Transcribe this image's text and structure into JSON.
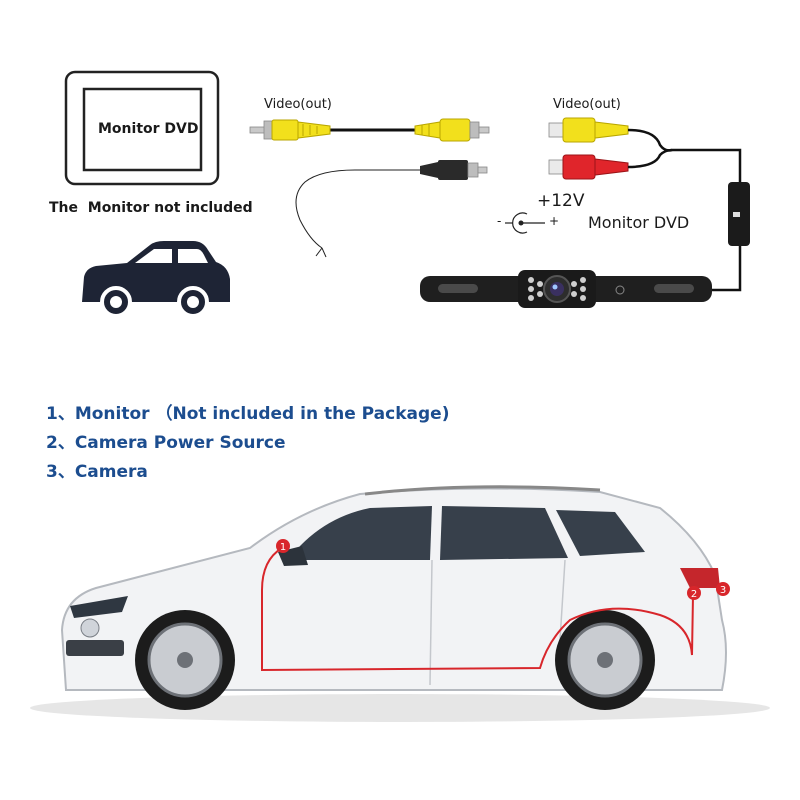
{
  "monitor": {
    "screen_label": "Monitor DVD",
    "note": "The  Monitor not included"
  },
  "left_cable": {
    "video_label": "Video(out)"
  },
  "right_cable": {
    "video_label": "Video(out)",
    "voltage_label": "+12V",
    "polarity_minus": "-",
    "polarity_plus": "+",
    "monitor_label": "Monitor DVD"
  },
  "steps": [
    "1、Monitor （Not included in the Package)",
    "2、Camera Power Source",
    "3、Camera"
  ],
  "car_markers": [
    "1",
    "2",
    "3"
  ],
  "colors": {
    "step_text": "#1c4d8f",
    "marker_red": "#d8262b",
    "rca_yellow": "#f2e01c",
    "rca_red": "#e0252b",
    "icon_dark": "#1e2435"
  }
}
